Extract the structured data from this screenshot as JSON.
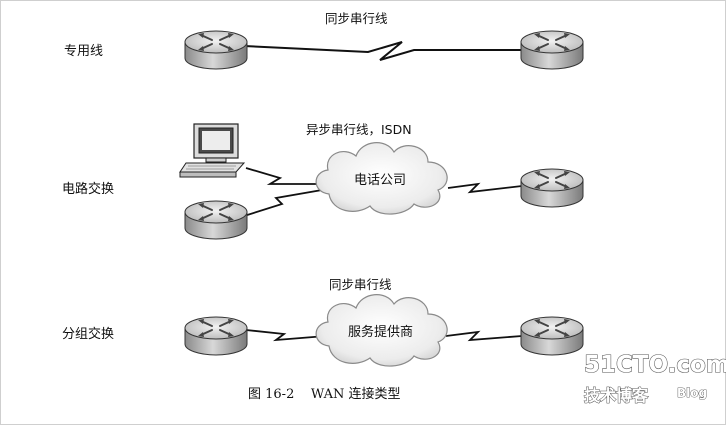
{
  "rows": [
    {
      "label": "专用线",
      "link_label": "同步串行线"
    },
    {
      "label": "电路交换",
      "link_label": "异步串行线，ISDN",
      "cloud_label": "电话公司"
    },
    {
      "label": "分组交换",
      "link_label": "同步串行线",
      "cloud_label": "服务提供商"
    }
  ],
  "caption": "图 16-2    WAN 连接类型",
  "watermark": {
    "site": "51CTO.com",
    "tagline": "技术博客",
    "blog": "Blog"
  },
  "icons": [
    "router-icon",
    "computer-icon",
    "cloud-icon",
    "serial-link-icon"
  ]
}
